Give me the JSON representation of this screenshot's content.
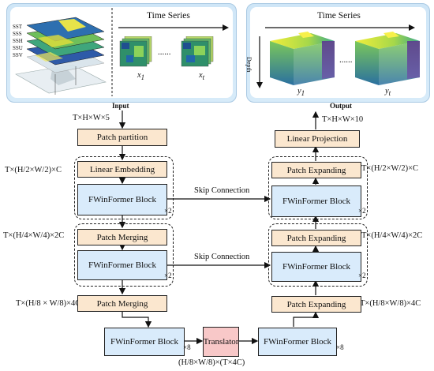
{
  "input_panel": {
    "caption": "Input",
    "time_series": "Time Series",
    "variables": [
      "SST",
      "SSS",
      "SSH",
      "SSU",
      "SSV"
    ],
    "frame_labels": [
      "x",
      "x"
    ],
    "frame_subscripts": [
      "1",
      "t"
    ],
    "dots": "......"
  },
  "output_panel": {
    "caption": "Output",
    "time_series": "Time Series",
    "depth_label": "Depth",
    "frame_labels": [
      "y",
      "y"
    ],
    "frame_subscripts": [
      "1",
      "t"
    ],
    "dots": "......"
  },
  "encoder": {
    "input_shape": "T×H×W×5",
    "patch_partition": "Patch partition",
    "stage1_shape": "T×(H/2×W/2)×C",
    "linear_embedding": "Linear Embedding",
    "block1": "FWinFormer Block",
    "block1_repeat": "×2",
    "stage2_shape": "T×(H/4×W/4)×2C",
    "patch_merging_1": "Patch Merging",
    "block2": "FWinFormer Block",
    "block2_repeat": "×2",
    "stage3_shape": "T×(H/8 × W/8)×4C",
    "patch_merging_2": "Patch Merging"
  },
  "bottleneck": {
    "encoder_block": "FWinFormer Block",
    "encoder_repeat": "×8",
    "translator": "Translator",
    "translator_shape": "(H/8×W/8)×(T×4C)",
    "decoder_block": "FWinFormer Block",
    "decoder_repeat": "×8"
  },
  "decoder": {
    "output_shape": "T×H×W×10",
    "linear_projection": "Linear Projection",
    "stage1_shape": "T×(H/2×W/2)×C",
    "patch_expanding_1": "Patch Expanding",
    "block1": "FWinFormer Block",
    "block1_repeat": "×2",
    "stage2_shape": "T×(H/4×W/4)×2C",
    "patch_expanding_2": "Patch Expanding",
    "block2": "FWinFormer Block",
    "block2_repeat": "×2",
    "stage3_shape": "T×(H/8×W/8)×4C",
    "patch_expanding_3": "Patch Expanding"
  },
  "skip_connections": [
    "Skip Connection",
    "Skip Connection"
  ],
  "colors": {
    "peach": "#fbe7cf",
    "blue": "#d9ebfb",
    "pink": "#f8c8c8",
    "panel": "#cfe6f7"
  }
}
